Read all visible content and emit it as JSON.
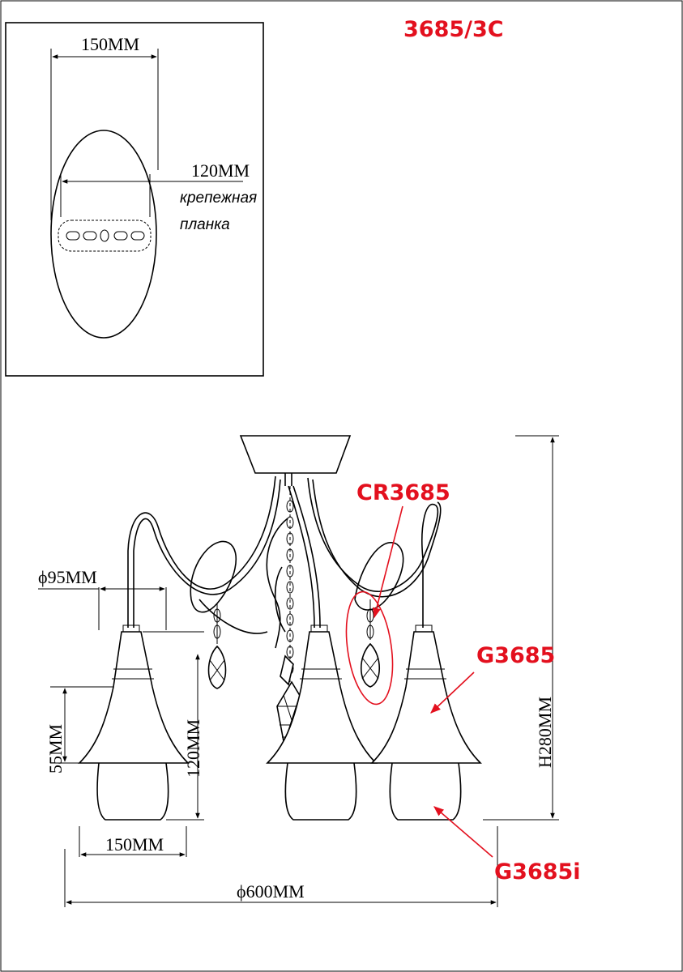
{
  "model_code": "3685/3C",
  "inset": {
    "width_dim": "150MM",
    "plate_dim": "120MM",
    "plate_label_line1": "крепежная",
    "plate_label_line2": "планка"
  },
  "dims": {
    "shade_diameter": "ϕ95MM",
    "shade_height": "55MM",
    "lamp_height": "120MM",
    "shade_width": "150MM",
    "overall_diameter": "ϕ600MM",
    "overall_height": "H280MM"
  },
  "parts": {
    "crystal": "CR3685",
    "shade": "G3685",
    "inner_shade": "G3685i"
  },
  "colors": {
    "annotation": "#e3101e",
    "line": "#000000"
  }
}
